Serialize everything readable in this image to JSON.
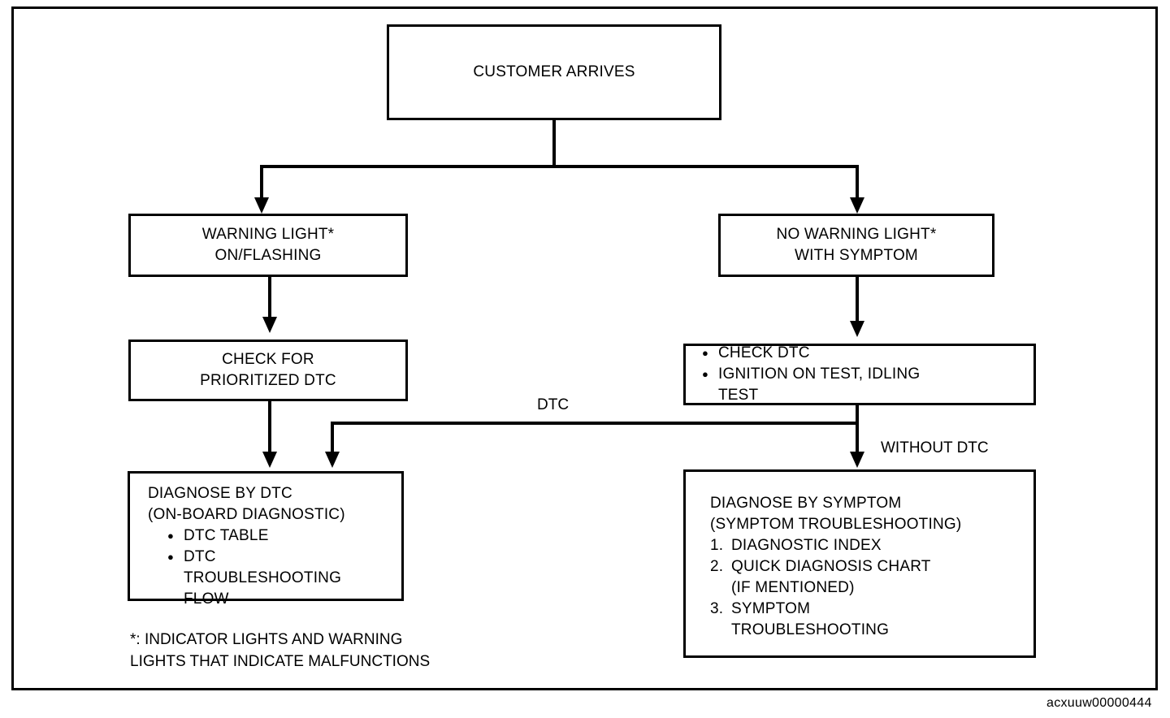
{
  "diagram": {
    "asset_id": "acxuuw00000444",
    "edge_labels": {
      "dtc": "DTC",
      "without_dtc": "WITHOUT DTC"
    },
    "footnote": "*: INDICATOR LIGHTS AND WARNING\n    LIGHTS THAT INDICATE MALFUNCTIONS",
    "nodes": {
      "customer_arrives": {
        "label": "CUSTOMER ARRIVES"
      },
      "warning_light": {
        "label": "WARNING LIGHT*\nON/FLASHING"
      },
      "no_warning_light": {
        "label": "NO WARNING LIGHT*\nWITH SYMPTOM"
      },
      "check_prioritized_dtc": {
        "label": "CHECK FOR\nPRIORITIZED DTC"
      },
      "check_dtc_tests": {
        "bullets": [
          "CHECK DTC",
          "IGNITION ON TEST, IDLING\nTEST"
        ]
      },
      "diagnose_by_dtc": {
        "heading": "DIAGNOSE BY DTC\n(ON-BOARD DIAGNOSTIC)",
        "bullets": [
          "DTC TABLE",
          "DTC\nTROUBLESHOOTING\nFLOW"
        ]
      },
      "diagnose_by_symptom": {
        "heading": "DIAGNOSE BY SYMPTOM\n(SYMPTOM TROUBLESHOOTING)",
        "items": [
          "DIAGNOSTIC INDEX",
          "QUICK DIAGNOSIS CHART\n  (IF MENTIONED)",
          "SYMPTOM\n  TROUBLESHOOTING"
        ]
      }
    },
    "colors": {
      "line": "#000000",
      "background": "#ffffff"
    }
  }
}
